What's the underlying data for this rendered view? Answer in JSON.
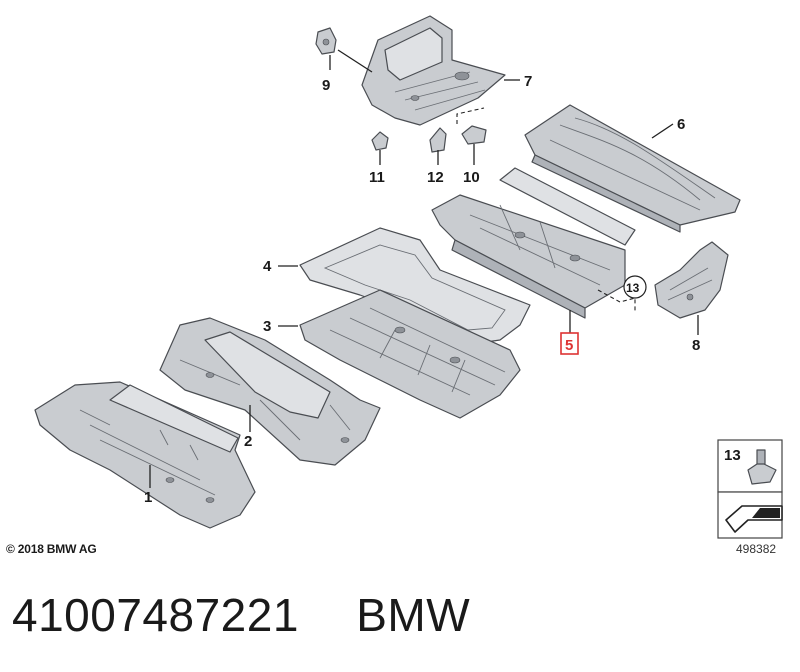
{
  "diagram": {
    "callouts": [
      {
        "id": "1",
        "label": "1"
      },
      {
        "id": "2",
        "label": "2"
      },
      {
        "id": "3",
        "label": "3"
      },
      {
        "id": "4",
        "label": "4"
      },
      {
        "id": "5",
        "label": "5",
        "highlighted": true
      },
      {
        "id": "6",
        "label": "6"
      },
      {
        "id": "7",
        "label": "7"
      },
      {
        "id": "8",
        "label": "8"
      },
      {
        "id": "9",
        "label": "9"
      },
      {
        "id": "10",
        "label": "10"
      },
      {
        "id": "11",
        "label": "11"
      },
      {
        "id": "12",
        "label": "12"
      },
      {
        "id": "13",
        "label": "13"
      }
    ],
    "inset_label": "13",
    "copyright": "© 2018 BMW AG",
    "figure_number": "498382",
    "highlight_color": "#dd3333",
    "part_color": "#c9ccd0"
  },
  "footer": {
    "part_number": "41007487221",
    "brand": "BMW"
  }
}
